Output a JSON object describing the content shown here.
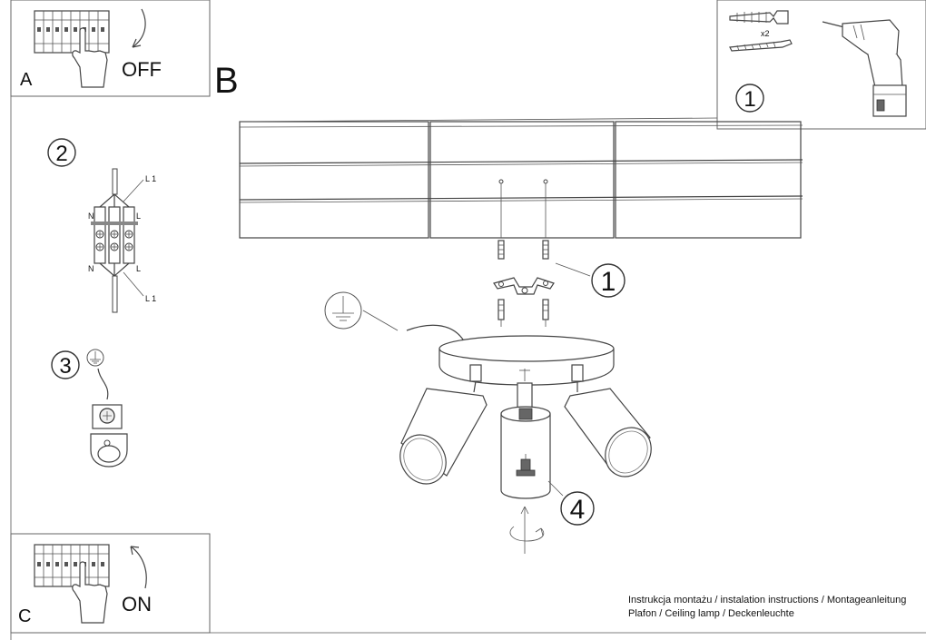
{
  "panels": {
    "A": {
      "letter": "A",
      "action": "OFF"
    },
    "C": {
      "letter": "C",
      "action": "ON"
    },
    "B": {
      "letter": "B"
    }
  },
  "tools_panel": {
    "step": "1",
    "quantity": "x2"
  },
  "steps": {
    "step2": "2",
    "step3": "3",
    "step1_mount": "1",
    "step4": "4"
  },
  "wiring": {
    "top_right": "L 1",
    "left_top": "N",
    "right_top": "L",
    "left_bottom": "N",
    "right_bottom": "L",
    "bottom_right": "L 1"
  },
  "icons": [
    "ground-symbol-icon",
    "drill-icon",
    "hand-icon",
    "curved-arrow-icon",
    "rotate-arrow-icon"
  ],
  "footer": {
    "line1": "Instrukcja montażu / instalation instructions / Montageanleitung",
    "line2": "Plafon / Ceiling lamp / Deckenleuchte"
  }
}
